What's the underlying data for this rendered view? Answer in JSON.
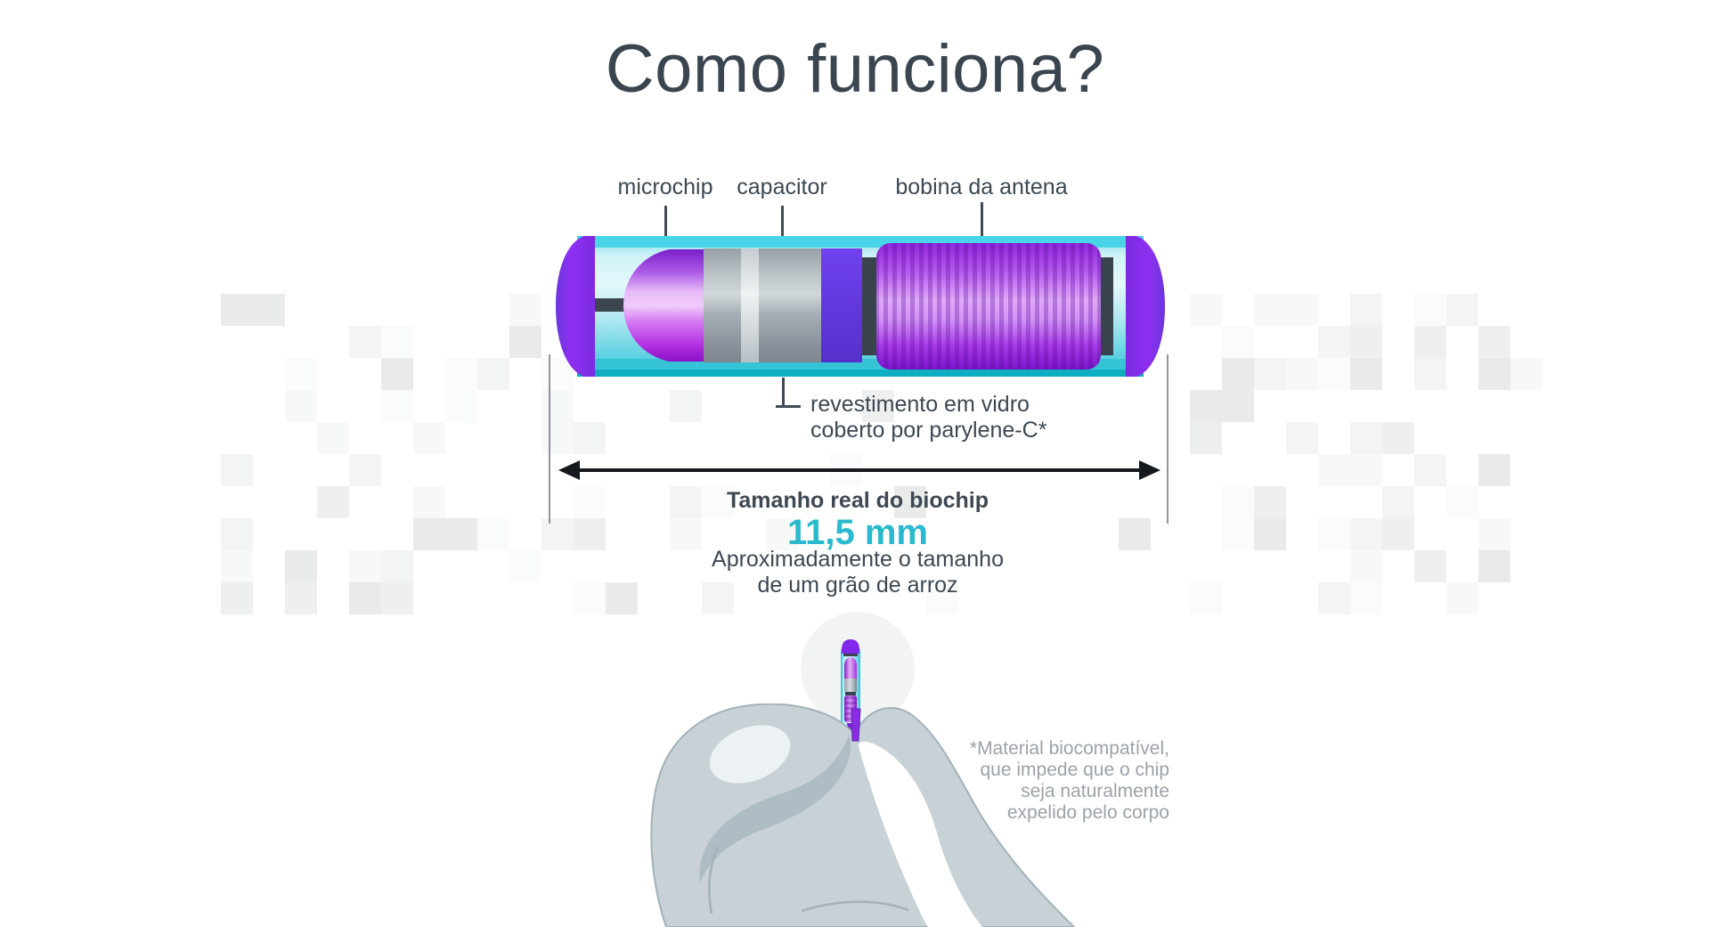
{
  "title": "Como funciona?",
  "colors": {
    "text": "#3a454f",
    "muted": "#9ba2a8",
    "accent": "#2ab9ce",
    "capsule_glass": "#bfeef5",
    "capsule_purple": "#8d30f0",
    "capsule_silver": "#a5aeb4"
  },
  "capsule_labels": {
    "microchip": "microchip",
    "capacitor": "capacitor",
    "antenna_coil": "bobina da antena",
    "coating_line1": "revestimento em vidro",
    "coating_line2": "coberto por parylene-C*"
  },
  "size_info": {
    "heading": "Tamanho real do biochip",
    "value": "11,5 mm",
    "approx_line1": "Aproximadamente o tamanho",
    "approx_line2": "de um grão de arroz"
  },
  "footnote": {
    "line1": "*Material biocompatível,",
    "line2": "que impede que o chip",
    "line3": "seja naturalmente",
    "line4": "expelido pelo corpo"
  }
}
